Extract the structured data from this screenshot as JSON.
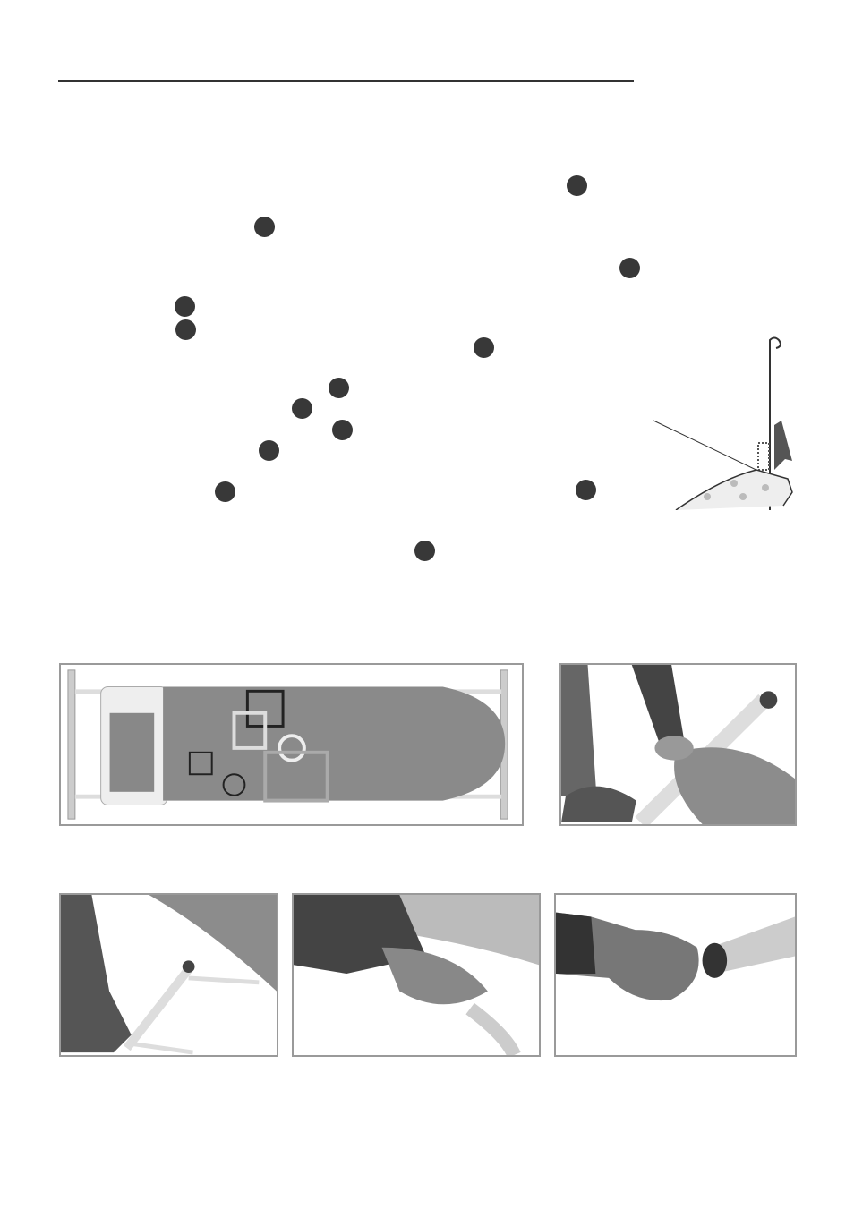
{
  "colors": {
    "rule": "#333333",
    "marker": "#383838",
    "panel_border": "#9a9a9a",
    "board_cover": "#8a8a8a"
  },
  "step_markers": 13,
  "figures": [
    "board-top-view",
    "open-legs",
    "fold-leg",
    "release-lever",
    "leg-cap"
  ]
}
